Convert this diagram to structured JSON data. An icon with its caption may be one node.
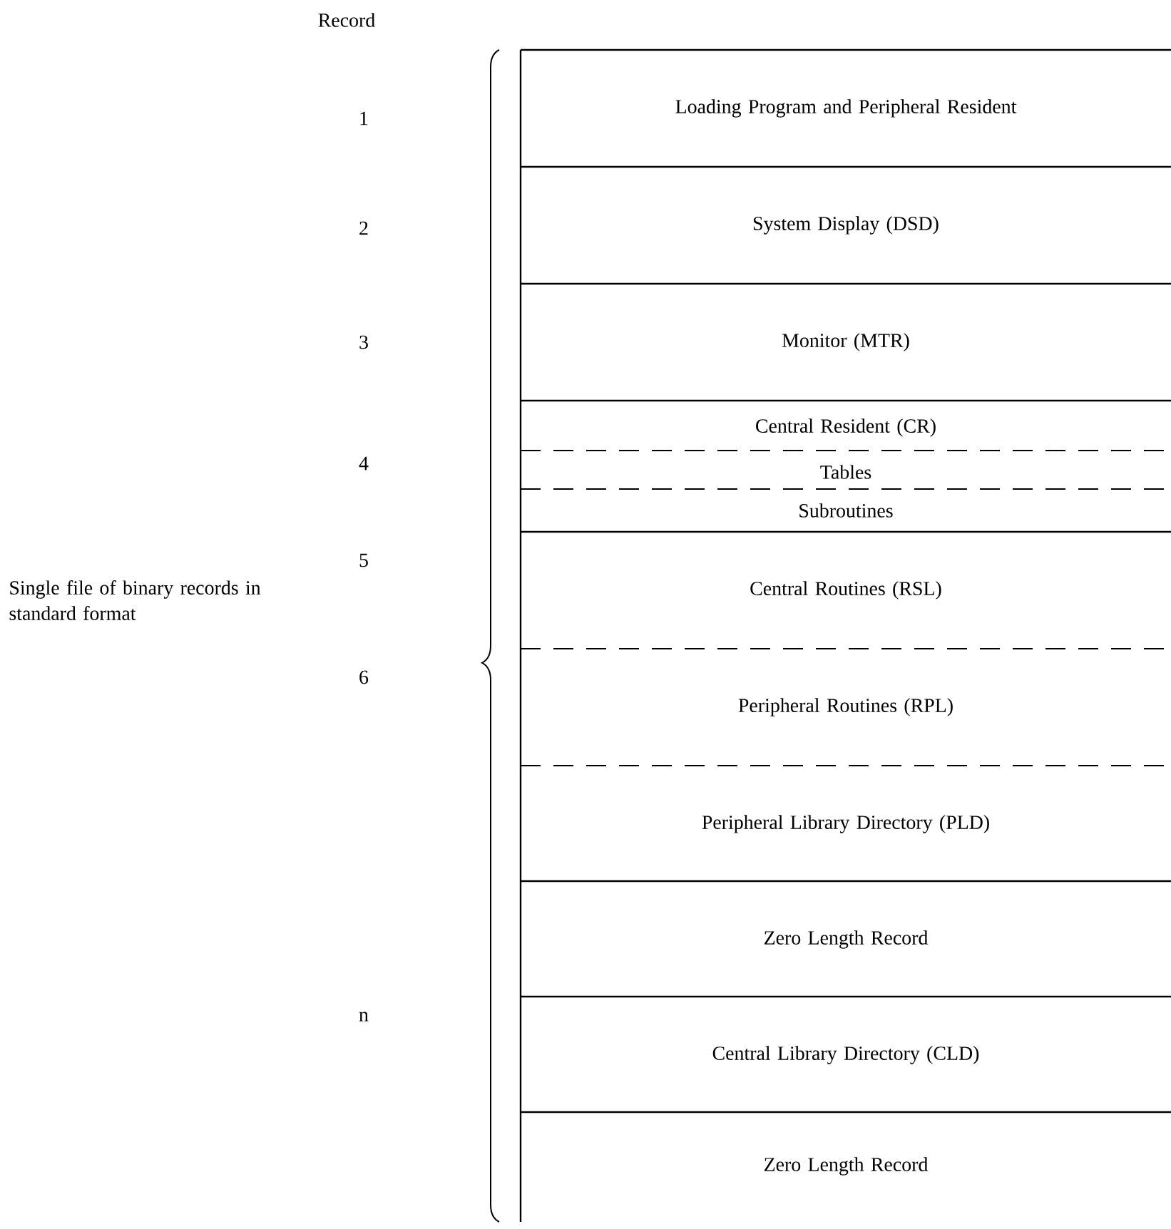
{
  "diagram": {
    "nodes": [
      {
        "text": [
          "Loading Program and Peripheral Resident"
        ]
      },
      {
        "text": [
          "System Display (DSD)"
        ]
      },
      {
        "text": [
          "Monitor (MTR)"
        ]
      },
      {
        "text": [
          "Central Resident (CR)"
        ]
      },
      {
        "text": [
          "Tables"
        ]
      },
      {
        "text": [
          "Subroutines"
        ]
      },
      {
        "text": [
          "Central Routines (RSL)"
        ]
      },
      {
        "text": [
          "Peripheral Routines (RPL)"
        ]
      },
      {
        "text": [
          "Peripheral Library Directory (PLD)"
        ]
      },
      {
        "text": [
          "Zero Length Record"
        ]
      },
      {
        "text": [
          "Central Library Directory (CLD)"
        ]
      },
      {
        "text": [
          "Zero Length Record"
        ]
      }
    ],
    "labels": [
      "Record",
      "1",
      "2",
      "3",
      "4",
      "5",
      "6",
      "n",
      "Single file of binary records in standard format"
    ]
  }
}
